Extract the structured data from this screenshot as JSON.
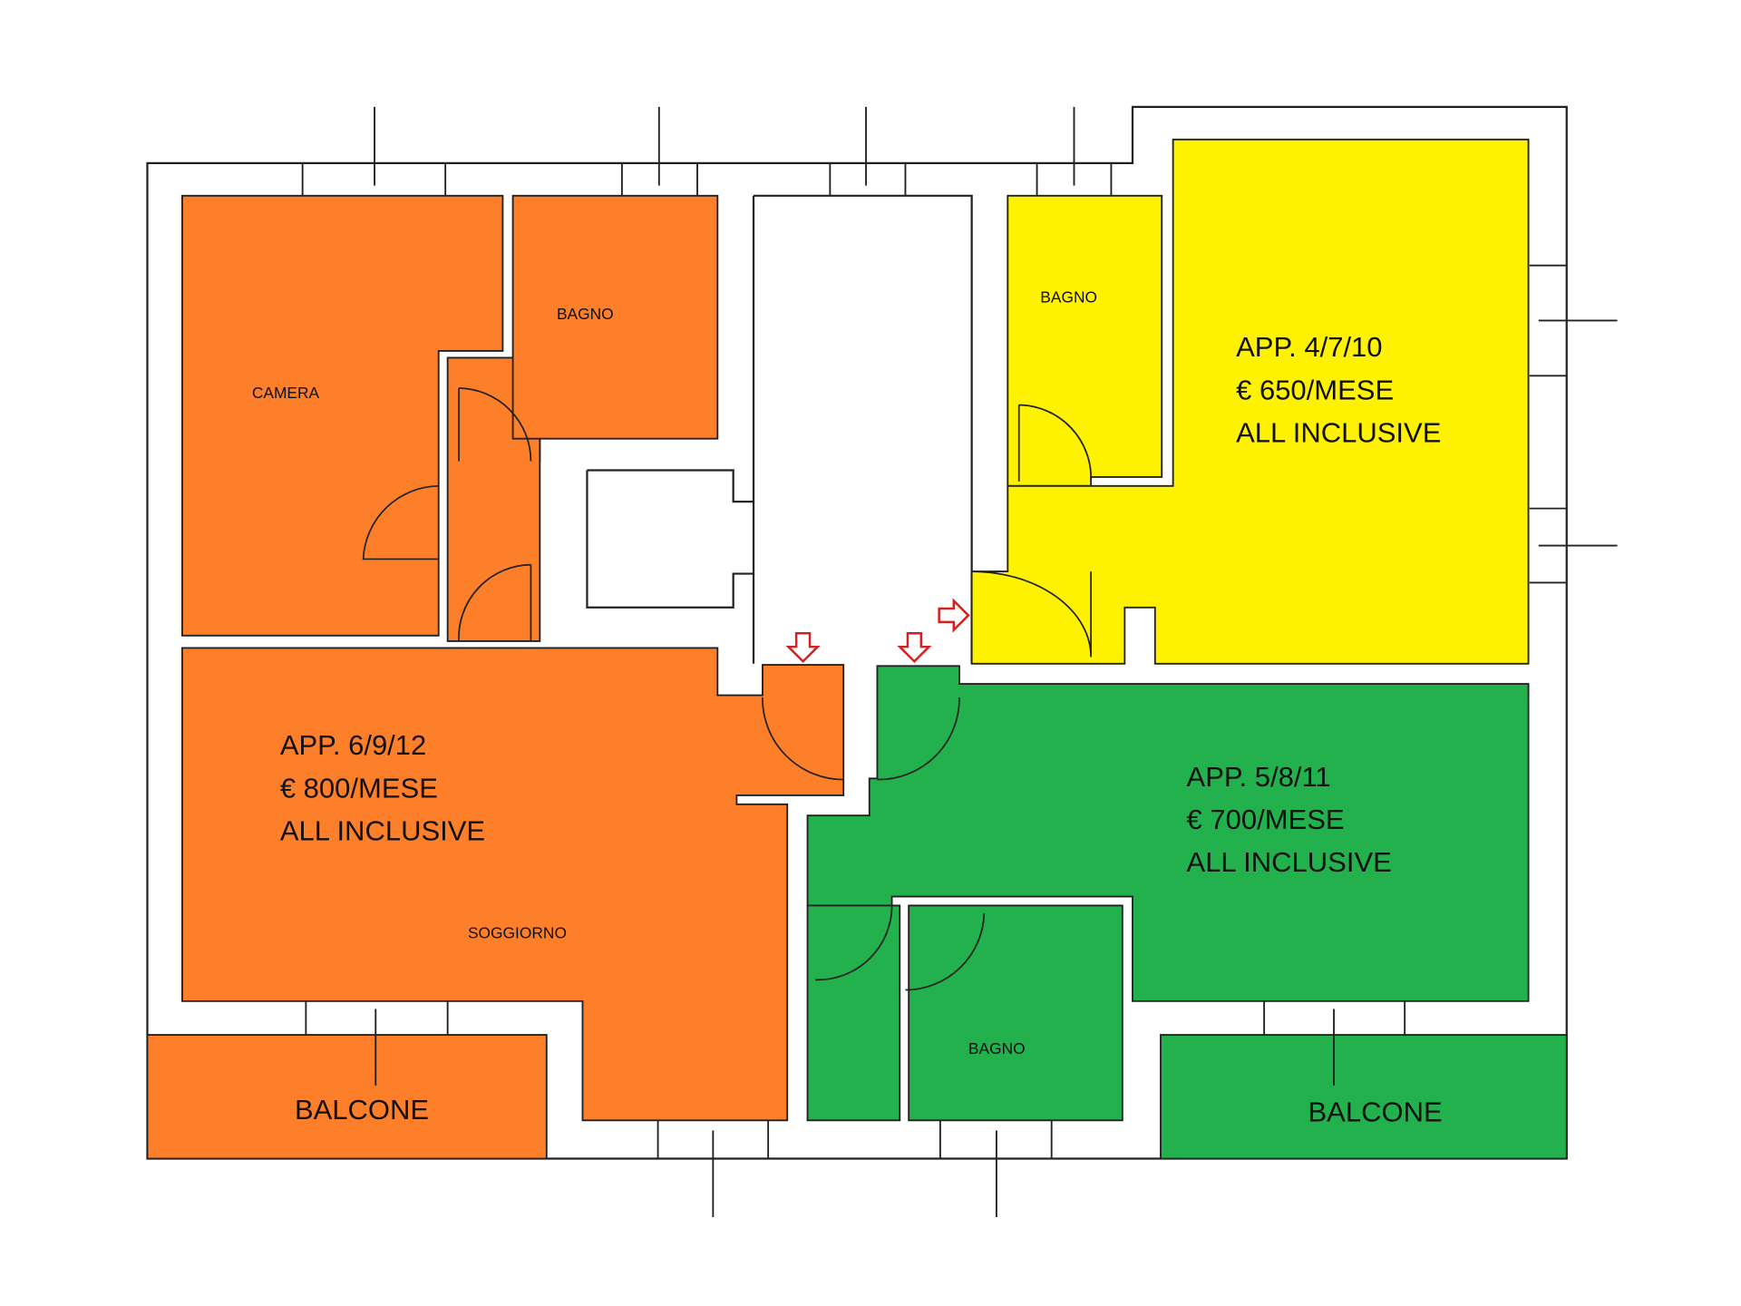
{
  "colors": {
    "apt_6_9_12": "#FD7F2A",
    "apt_4_7_10": "#FFF200",
    "apt_5_8_11": "#22B14C",
    "arrow": "#D42020"
  },
  "rooms": {
    "camera": "CAMERA",
    "bagno_orange": "BAGNO",
    "bagno_yellow": "BAGNO",
    "bagno_green": "BAGNO",
    "soggiorno": "SOGGIORNO",
    "balcone_left": "BALCONE",
    "balcone_right": "BALCONE"
  },
  "apartments": [
    {
      "name": "APP. 6/9/12",
      "price": "€ 800/MESE",
      "note": "ALL INCLUSIVE"
    },
    {
      "name": "APP. 4/7/10",
      "price": "€ 650/MESE",
      "note": "ALL INCLUSIVE"
    },
    {
      "name": "APP. 5/8/11",
      "price": "€ 700/MESE",
      "note": "ALL INCLUSIVE"
    }
  ]
}
